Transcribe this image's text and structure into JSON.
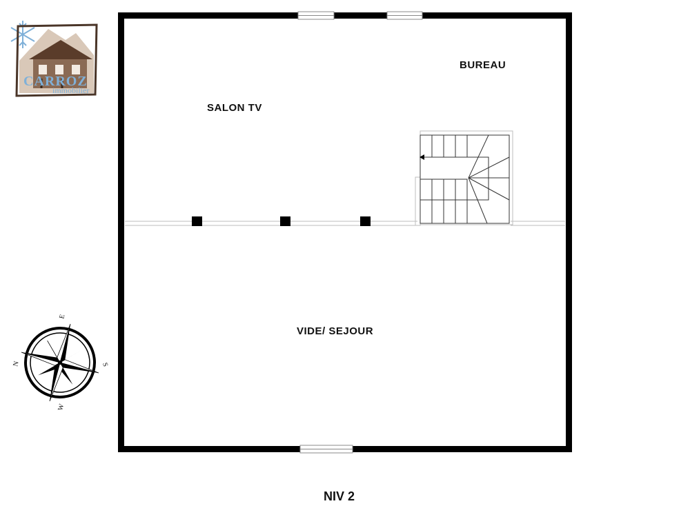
{
  "logo": {
    "name": "CARROZ",
    "subtitle": "immobilier",
    "icons": [
      "snowflake-icon",
      "chalet-icon",
      "mountain-icon"
    ]
  },
  "plan": {
    "rooms": {
      "salon_tv": "SALON TV",
      "bureau": "BUREAU",
      "vide_sejour": "VIDE/ SEJOUR"
    },
    "level": "NIV 2",
    "wall_color": "#000000",
    "stair_arrow": "arrow-left-icon"
  },
  "compass": {
    "icon": "compass-rose-icon",
    "north": "N",
    "south": "S",
    "east": "E",
    "west": "W"
  }
}
